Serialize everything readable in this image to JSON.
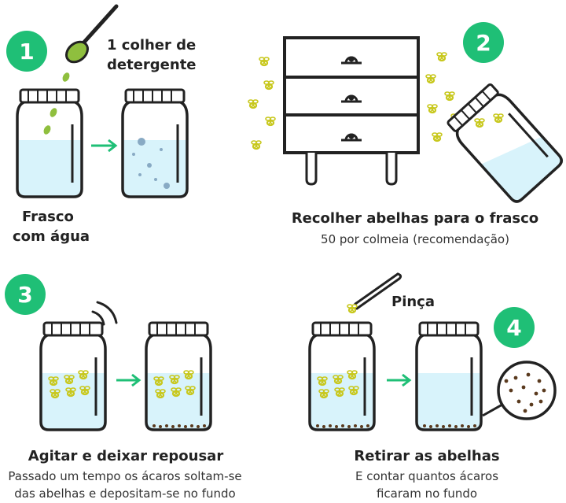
{
  "steps": [
    {
      "number": "1",
      "title_line1": "Frasco",
      "title_line2": "com água",
      "note_line1": "1 colher de",
      "note_line2": "detergente"
    },
    {
      "number": "2",
      "title": "Recolher abelhas para o frasco",
      "subtitle": "50 por colmeia (recomendação)"
    },
    {
      "number": "3",
      "title": "Agitar e deixar repousar",
      "desc_line1": "Passado um tempo os ácaros soltam-se",
      "desc_line2": "das abelhas e depositam-se no fundo"
    },
    {
      "number": "4",
      "tool": "Pinça",
      "title": "Retirar as abelhas",
      "desc_line1": "E contar quantos ácaros",
      "desc_line2": "ficaram no fundo"
    }
  ],
  "colors": {
    "accent": "#1fbf76",
    "water": "#d8f3fb",
    "bee": "#c8c81e",
    "outline": "#222222",
    "arrow": "#1fbf76"
  }
}
